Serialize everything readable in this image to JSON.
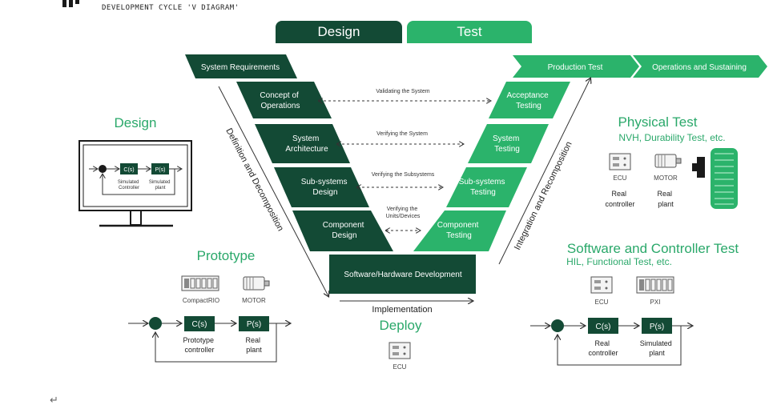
{
  "header": {
    "title": "DEVELOPMENT CYCLE 'V DIAGRAM'"
  },
  "tabs": {
    "design": "Design",
    "test": "Test"
  },
  "left_stages": [
    {
      "key": "req",
      "lines": [
        "System Requirements"
      ]
    },
    {
      "key": "conops",
      "lines": [
        "Concept of",
        "Operations"
      ]
    },
    {
      "key": "arch",
      "lines": [
        "System",
        "Architecture"
      ]
    },
    {
      "key": "subdes",
      "lines": [
        "Sub-systems",
        "Design"
      ]
    },
    {
      "key": "compdes",
      "lines": [
        "Component",
        "Design"
      ]
    }
  ],
  "right_stages": [
    {
      "key": "prodtest",
      "lines": [
        "Production Test"
      ]
    },
    {
      "key": "ops",
      "lines": [
        "Operations and Sustaining"
      ]
    },
    {
      "key": "accept",
      "lines": [
        "Acceptance",
        "Testing"
      ]
    },
    {
      "key": "systest",
      "lines": [
        "System",
        "Testing"
      ]
    },
    {
      "key": "subtest",
      "lines": [
        "Sub-systems",
        "Testing"
      ]
    },
    {
      "key": "comptest",
      "lines": [
        "Component",
        "Testing"
      ]
    }
  ],
  "bottom_stage": "Software/Hardware Development",
  "verification": {
    "validating": "Validating the System",
    "verifying_system": "Verifying the System",
    "verifying_sub": "Verifying the Subsystems",
    "verifying_units_1": "Verifying the",
    "verifying_units_2": "Units/Devices"
  },
  "side_labels": {
    "left": "Definition and Decomposition",
    "right": "Integration and Recomposition",
    "bottom": "Implementation"
  },
  "design_panel": {
    "title": "Design",
    "controller": "C(s)",
    "plant": "P(s)",
    "controller_label_1": "Simulated",
    "controller_label_2": "Controller",
    "plant_label_1": "Simulated",
    "plant_label_2": "plant"
  },
  "prototype_panel": {
    "title": "Prototype",
    "device_1": "CompactRIO",
    "device_2": "MOTOR",
    "controller": "C(s)",
    "plant": "P(s)",
    "controller_label_1": "Prototype",
    "controller_label_2": "controller",
    "plant_label_1": "Real",
    "plant_label_2": "plant"
  },
  "deploy_panel": {
    "title": "Deploy",
    "device": "ECU"
  },
  "physical_panel": {
    "title": "Physical Test",
    "subtitle": "NVH, Durability Test, etc.",
    "device_1": "ECU",
    "device_2": "MOTOR",
    "label_1a": "Real",
    "label_1b": "controller",
    "label_2a": "Real",
    "label_2b": "plant"
  },
  "software_panel": {
    "title": "Software and Controller Test",
    "subtitle": "HIL, Functional Test, etc.",
    "device_1": "ECU",
    "device_2": "PXI",
    "controller": "C(s)",
    "plant": "P(s)",
    "controller_label_1": "Real",
    "controller_label_2": "controller",
    "plant_label_1": "Simulated",
    "plant_label_2": "plant"
  },
  "colors": {
    "dark": "#134a35",
    "light": "#27b46a",
    "accent_text": "#2aa86a"
  },
  "icons": [
    "monitor-icon",
    "compactrio-icon",
    "motor-icon",
    "ecu-icon",
    "pxi-icon",
    "tire-icon",
    "logo-icon"
  ]
}
